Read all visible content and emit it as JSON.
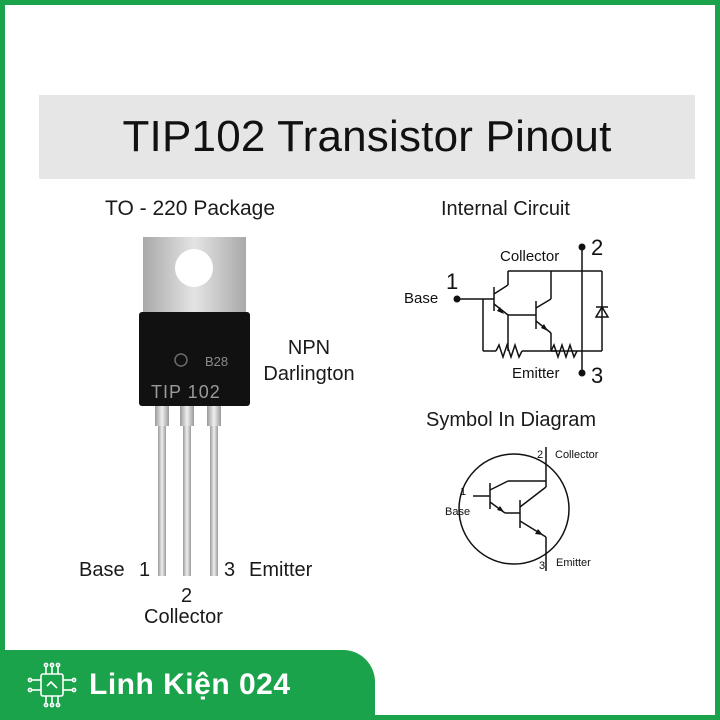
{
  "title": "TIP102 Transistor Pinout",
  "package": {
    "label": "TO - 220 Package",
    "marking_code": "B28",
    "marking_part": "TIP 102",
    "type_line1": "NPN",
    "type_line2": "Darlington",
    "pins": {
      "base_name": "Base",
      "base_num": "1",
      "collector_num": "2",
      "collector_name": "Collector",
      "emitter_num": "3",
      "emitter_name": "Emitter"
    }
  },
  "internal_circuit": {
    "label": "Internal Circuit",
    "collector_name": "Collector",
    "collector_num": "2",
    "base_name": "Base",
    "base_num": "1",
    "emitter_name": "Emitter",
    "emitter_num": "3"
  },
  "symbol": {
    "label": "Symbol In Diagram",
    "collector_num": "2",
    "collector_name": "Collector",
    "base_num": "1",
    "base_name": "Base",
    "emitter_num": "3",
    "emitter_name": "Emitter"
  },
  "brand": {
    "name": "Linh Kiện 024",
    "icon": "chip-icon"
  },
  "colors": {
    "brand_green": "#1aa34a",
    "title_bg": "#e6e6e6",
    "body_black": "#111111",
    "metal": "#c9c9c9"
  }
}
